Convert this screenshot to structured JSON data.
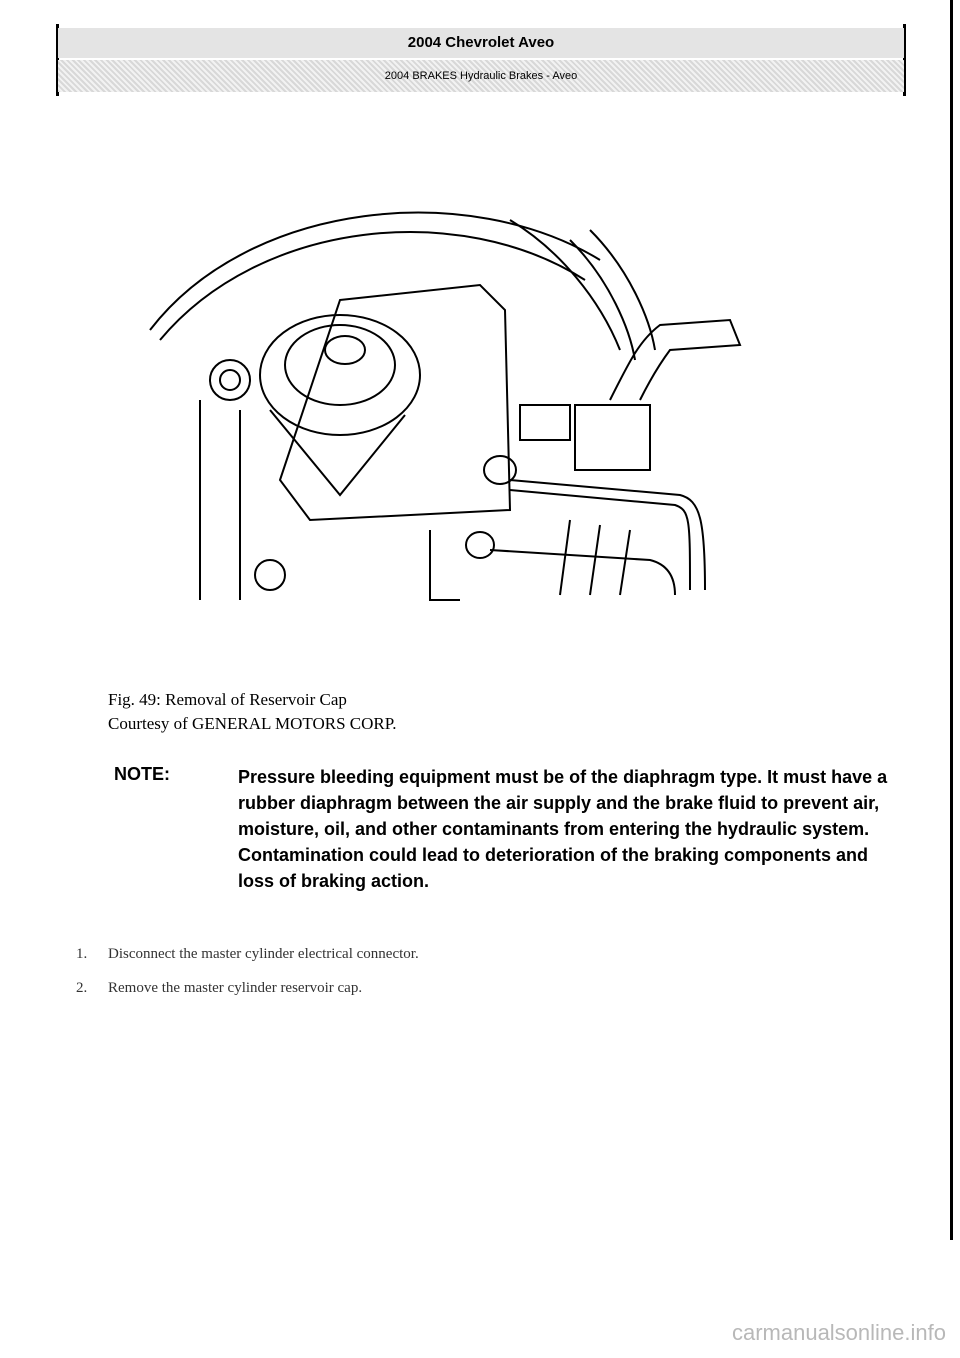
{
  "header": {
    "title": "2004 Chevrolet Aveo",
    "subtitle": "2004 BRAKES Hydraulic Brakes - Aveo"
  },
  "figure": {
    "caption": "Fig. 49: Removal of Reservoir Cap",
    "credit": "Courtesy of GENERAL MOTORS CORP."
  },
  "note": {
    "label": "NOTE:",
    "text": "Pressure bleeding equipment must be of the diaphragm type. It must have a rubber diaphragm between the air supply and the brake fluid to prevent air, moisture, oil, and other contaminants from entering the hydraulic system. Contamination could lead to deterioration of the braking components and loss of braking action."
  },
  "steps": [
    {
      "num": "1.",
      "text": "Disconnect the master cylinder electrical connector."
    },
    {
      "num": "2.",
      "text": "Remove the master cylinder reservoir cap."
    }
  ],
  "watermark": "carmanualsonline.info"
}
